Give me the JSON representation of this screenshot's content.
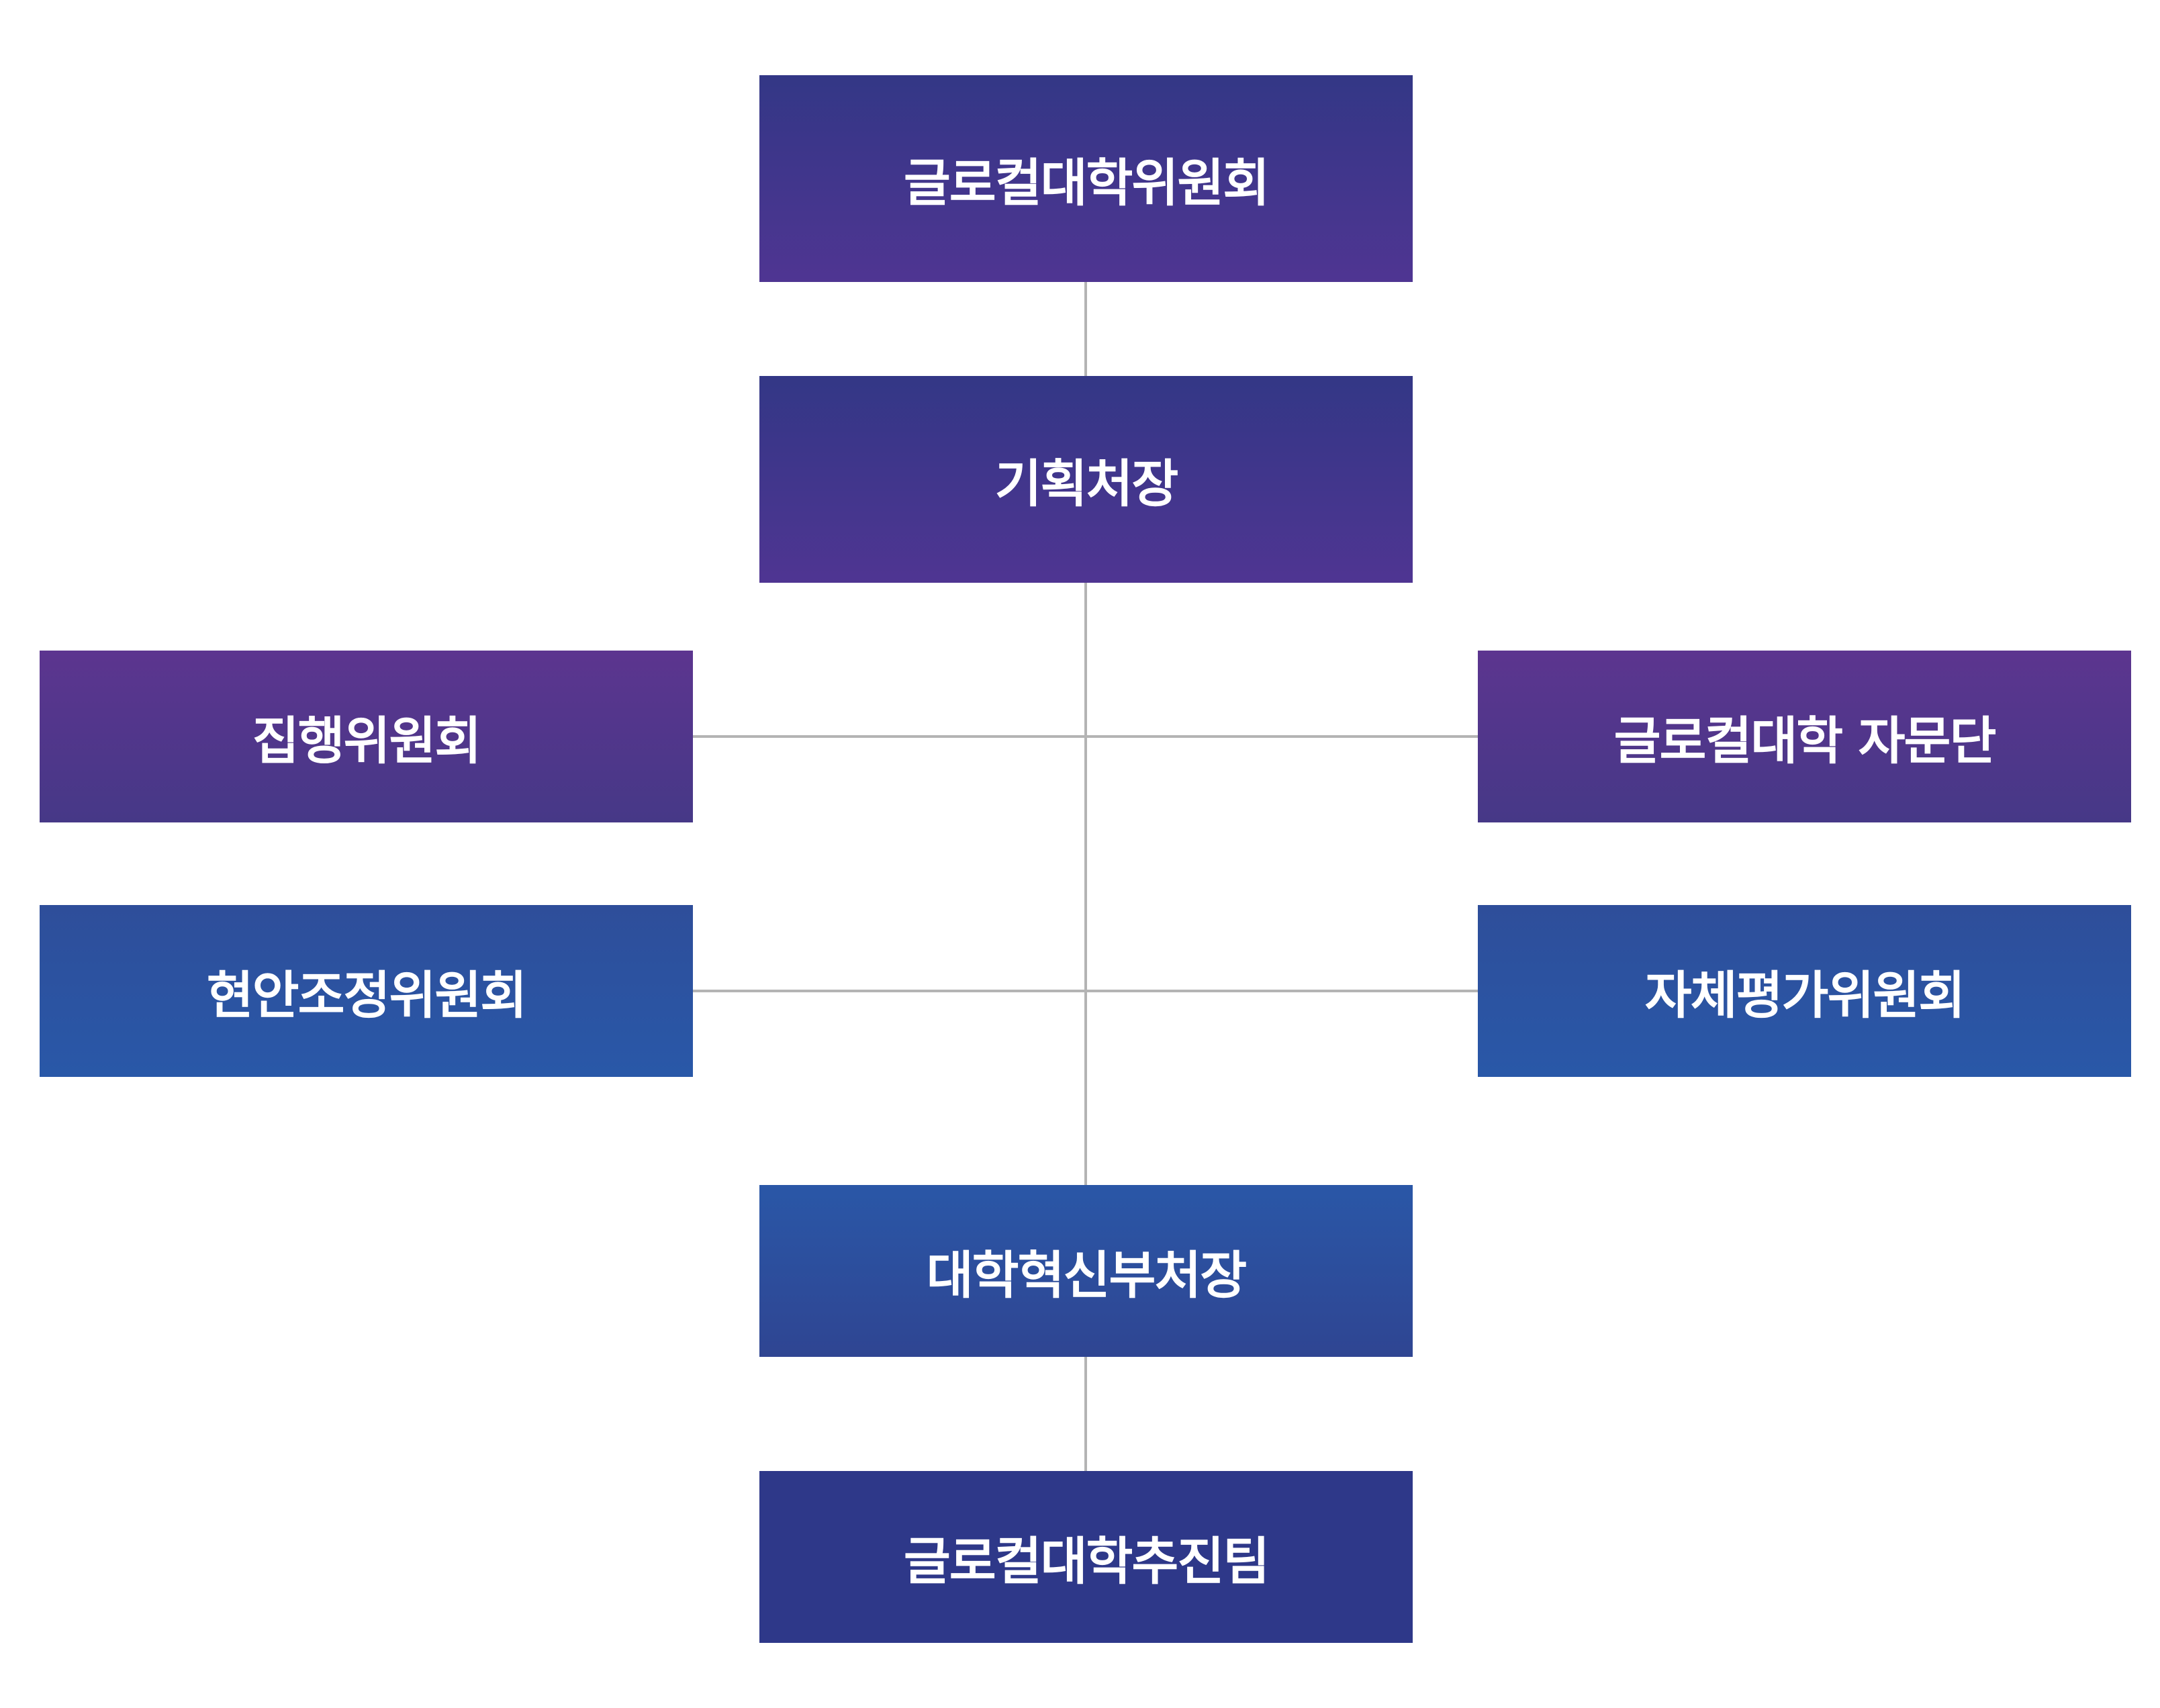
{
  "org_chart": {
    "top_committee": "글로컬대학위원회",
    "planning_director": "기획처장",
    "executive_committee": "집행위원회",
    "advisory_group": "글로컬대학 자문단",
    "issue_coordination_committee": "현안조정위원회",
    "self_evaluation_committee": "자체평가위원회",
    "innovation_vice_director": "대학혁신부처장",
    "promotion_team": "글로컬대학추진팀"
  },
  "colors": {
    "purple_dark": "#333786",
    "purple": "#5c358f",
    "blue": "#2958a8",
    "navy": "#2e3889",
    "connector": "#b4b4b4"
  }
}
